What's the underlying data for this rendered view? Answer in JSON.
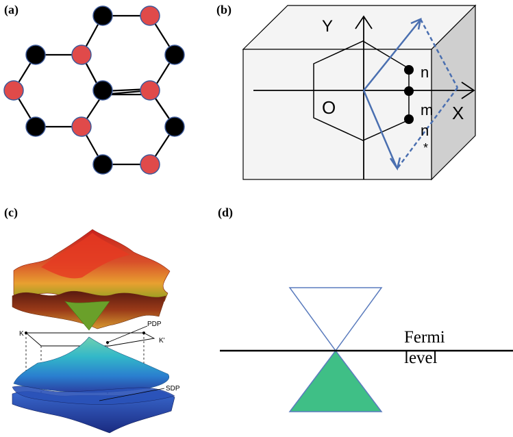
{
  "panels": {
    "a": {
      "label": "(a)"
    },
    "b": {
      "label": "(b)",
      "axis_y": "Y",
      "axis_x": "X",
      "origin": "O",
      "atom_n": "n",
      "atom_m": "m",
      "atom_n_star": "n",
      "star": "*"
    },
    "c": {
      "label": "(c)",
      "k_left": "K",
      "k_right": "K'",
      "pdp": "PDP",
      "sdp": "SDP"
    },
    "d": {
      "label": "(d)",
      "fermi_line1": "Fermi",
      "fermi_line2": "level"
    }
  },
  "colors": {
    "atom_black": "#000000",
    "atom_red": "#e04a4a",
    "atom_stroke": "#3d5a9a",
    "arrow_blue": "#4a6fb0",
    "cone_green": "#3fbf86",
    "cone_outline": "#5a7bbd",
    "box_face": "#f4f4f4",
    "box_side": "#cfcfcf"
  }
}
